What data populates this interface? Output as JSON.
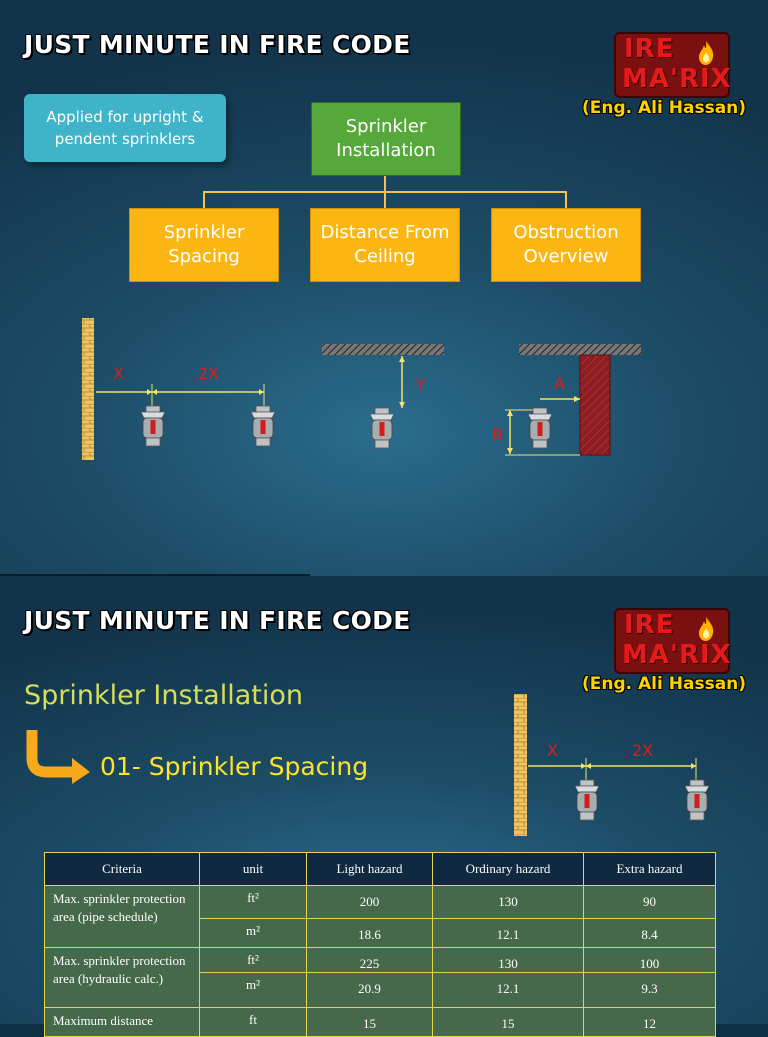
{
  "slide1": {
    "title": "Just Minute in Fire Code",
    "logo": {
      "line1": "IRE",
      "line2": "MA'RIX"
    },
    "author": "(Eng. Ali Hassan)",
    "note": "Applied for upright & pendent sprinklers",
    "root_box": "Sprinkler Installation",
    "children": [
      "Sprinkler Spacing",
      "Distance From Ceiling",
      "Obstruction Overview"
    ],
    "diagram_labels": {
      "x": "X",
      "two_x": "2X",
      "y": "Y",
      "a": "A",
      "b": "B"
    }
  },
  "slide2": {
    "title": "Just Minute in Fire Code",
    "logo": {
      "line1": "IRE",
      "line2": "MA'RIX"
    },
    "author": "(Eng. Ali Hassan)",
    "heading": "Sprinkler Installation",
    "subheading": "01- Sprinkler Spacing",
    "diagram_labels": {
      "x": "X",
      "two_x": "2X"
    },
    "table": {
      "headers": [
        "Criteria",
        "unit",
        "Light hazard",
        "Ordinary hazard",
        "Extra hazard"
      ],
      "groups": [
        {
          "criteria": "Max. sprinkler protection area (pipe schedule)",
          "rows": [
            {
              "unit": "ft²",
              "light": "200",
              "ordinary": "130",
              "extra": "90"
            },
            {
              "unit": "m²",
              "light": "18.6",
              "ordinary": "12.1",
              "extra": "8.4"
            }
          ]
        },
        {
          "criteria": "Max. sprinkler protection area (hydraulic calc.)",
          "rows": [
            {
              "unit": "ft²",
              "light": "225",
              "ordinary": "130",
              "extra": "100"
            },
            {
              "unit": "m²",
              "light": "20.9",
              "ordinary": "12.1",
              "extra": "9.3"
            }
          ]
        },
        {
          "criteria": "Maximum distance",
          "rows": [
            {
              "unit": "ft",
              "light": "15",
              "ordinary": "15",
              "extra": "12"
            }
          ]
        }
      ]
    }
  },
  "colors": {
    "accent_yellow": "#fcb614",
    "accent_green": "#57a83b",
    "note_cyan": "#3fb4c8",
    "dimension_red": "#e01b1b"
  }
}
